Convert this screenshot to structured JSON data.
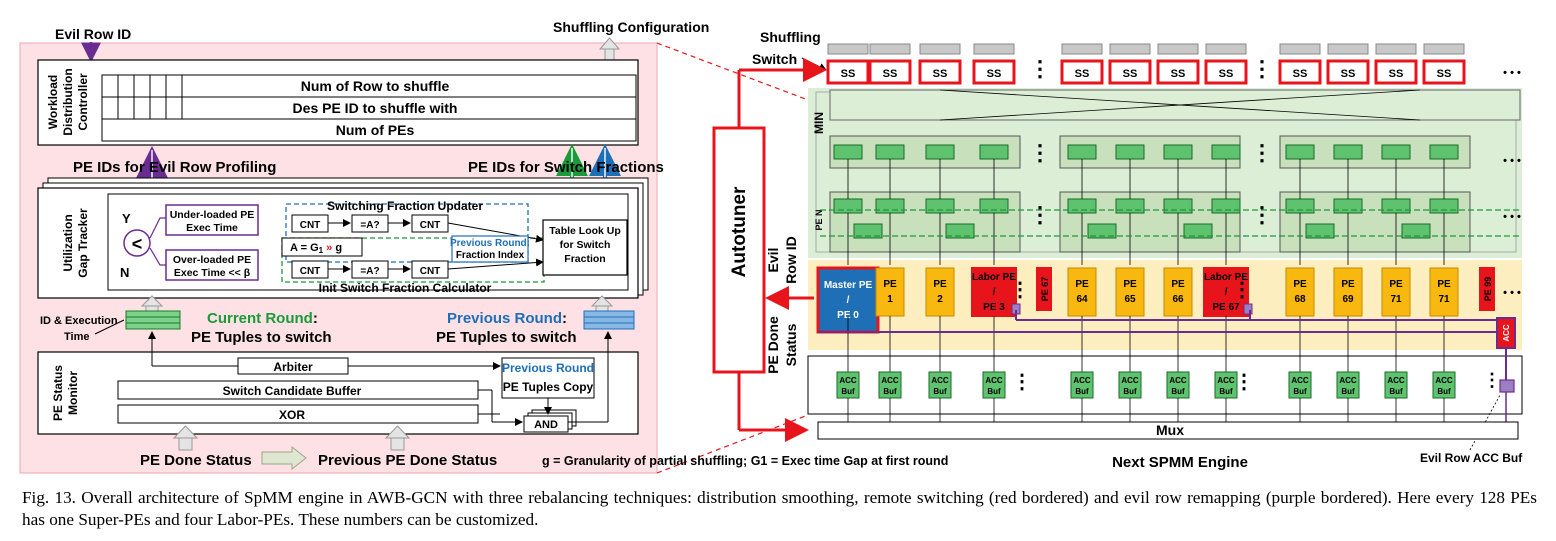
{
  "left": {
    "evil_row_id": "Evil Row ID",
    "shuffling_configuration": "Shuffling Configuration",
    "wdc": {
      "label": [
        "Workload",
        "Distribution",
        "Controller"
      ],
      "rows": [
        "Num of Row to shuffle",
        "Des PE ID to shuffle with",
        "Num of PEs"
      ]
    },
    "pe_ids_evil": "PE IDs for Evil Row Profiling",
    "pe_ids_switch": "PE IDs for Switch Fractions",
    "ugt": {
      "label": [
        "Utilization",
        "Gap Tracker"
      ],
      "y": "Y",
      "n": "N",
      "compare": "<",
      "under_loaded": [
        "Under-loaded PE",
        "Exec Time"
      ],
      "over_loaded": [
        "Over-loaded PE",
        "Exec Time << β"
      ],
      "switching_fraction_updater": "Switching Fraction Updater",
      "init_switch_fraction_calculator": "Init Switch Fraction Calculator",
      "cnt": "CNT",
      "eq": "=A?",
      "formula_a": "A = G",
      "formula_sub": "1",
      "formula_arrow": "»",
      "formula_g": "g",
      "previous_round": "Previous Round:",
      "fraction_index": "Fraction Index",
      "table_lookup": [
        "Table Look Up",
        "for Switch",
        "Fraction"
      ]
    },
    "id_exec_time": [
      "ID & Execution",
      "Time"
    ],
    "current_round_title": "Current Round",
    "previous_round_title": "Previous Round",
    "pe_tuples_to_switch": "PE Tuples to switch",
    "psm": {
      "label": [
        "PE Status",
        "Monitor"
      ],
      "arbiter": "Arbiter",
      "switch_candidate_buffer": "Switch Candidate Buffer",
      "xor": "XOR",
      "previous_round": "Previous Round",
      "pe_tuples_copy": "PE Tuples Copy",
      "and": "AND"
    },
    "pe_done_status": "PE Done Status",
    "previous_pe_done_status": "Previous PE Done Status"
  },
  "g_note": "g = Granularity of partial shuffling; G1 = Exec time Gap at first round",
  "right": {
    "shuffling_switch": [
      "Shuffling",
      "Switch"
    ],
    "ss": "SS",
    "ellipsis": "⋮",
    "dots": "• • •",
    "min": "MIN",
    "pe_n": "PE N",
    "autotuner": "Autotuner",
    "evil_row_id": [
      "Evil",
      "Row ID"
    ],
    "pe_done_status": [
      "PE Done",
      "Status"
    ],
    "master_pe": [
      "Master PE",
      "/",
      "PE 0"
    ],
    "pes": [
      {
        "l1": "PE",
        "l2": "1"
      },
      {
        "l1": "PE",
        "l2": "2"
      },
      {
        "l1": "Labor PE",
        "l2": "/",
        "l3": "PE 3"
      },
      {
        "l1": "PE 67"
      },
      {
        "l1": "PE",
        "l2": "64"
      },
      {
        "l1": "PE",
        "l2": "65"
      },
      {
        "l1": "PE",
        "l2": "66"
      },
      {
        "l1": "Labor PE",
        "l2": "/",
        "l3": "PE 67"
      },
      {
        "l1": "PE",
        "l2": "68"
      },
      {
        "l1": "PE",
        "l2": "69"
      },
      {
        "l1": "PE",
        "l2": "71"
      },
      {
        "l1": "PE",
        "l2": "71"
      },
      {
        "l1": "PE 99"
      }
    ],
    "acc": "ACC",
    "acc_buf": [
      "ACC",
      "Buf"
    ],
    "mux": "Mux",
    "next_spmm_engine": "Next SPMM Engine",
    "evil_row_acc_buf": "Evil Row ACC Buf"
  },
  "caption": "Fig. 13.  Overall architecture of SpMM engine in AWB-GCN with three rebalancing techniques: distribution smoothing, remote switching (red bordered) and evil row remapping (purple bordered). Here every 128 PEs has one Super-PEs and four Labor-PEs. These numbers can be customized."
}
